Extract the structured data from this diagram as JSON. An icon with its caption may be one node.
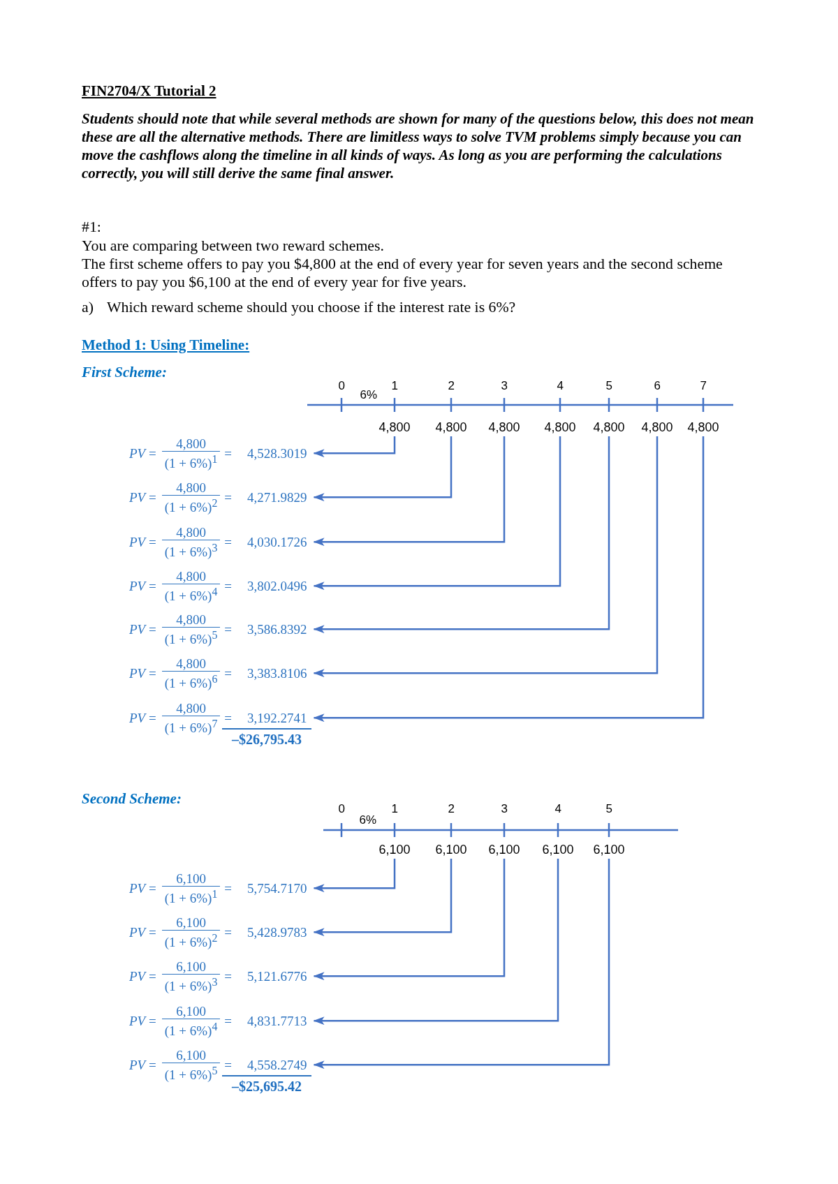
{
  "diagram": {
    "title": "FIN2704/X Tutorial 2",
    "nodes": [
      {
        "text": [
          "4,800"
        ]
      },
      {
        "text": [
          "4,800"
        ]
      },
      {
        "text": [
          "4,800"
        ]
      },
      {
        "text": [
          "4,800"
        ]
      },
      {
        "text": [
          "4,800"
        ]
      },
      {
        "text": [
          "4,800"
        ]
      },
      {
        "text": [
          "4,800"
        ]
      },
      {
        "text": [
          "*PV* =",
          "4,800",
          "(1 + 6%)$^{1}$",
          "=",
          "4,528.3019"
        ]
      },
      {
        "text": [
          "*PV* =",
          "4,800",
          "(1 + 6%)$^{2}$",
          "=",
          "4,271.9829"
        ]
      },
      {
        "text": [
          "*PV* =",
          "4,800",
          "(1 + 6%)$^{3}$",
          "=",
          "4,030.1726"
        ]
      },
      {
        "text": [
          "*PV* =",
          "4,800",
          "(1 + 6%)$^{4}$",
          "=",
          "3,802.0496"
        ]
      },
      {
        "text": [
          "*PV* =",
          "4,800",
          "(1 + 6%)$^{5}$",
          "=",
          "3,586.8392"
        ]
      },
      {
        "text": [
          "*PV* =",
          "4,800",
          "(1 + 6%)$^{6}$",
          "=",
          "3,383.8106"
        ]
      },
      {
        "text": [
          "*PV* =",
          "4,800",
          "(1 + 6%)$^{7}$",
          "=",
          "3,192.2741"
        ]
      },
      {
        "text": [
          "6,100"
        ]
      },
      {
        "text": [
          "6,100"
        ]
      },
      {
        "text": [
          "6,100"
        ]
      },
      {
        "text": [
          "6,100"
        ]
      },
      {
        "text": [
          "6,100"
        ]
      },
      {
        "text": [
          "*PV* =",
          "6,100",
          "(1 + 6%)$^{1}$",
          "=",
          "5,754.7170"
        ]
      },
      {
        "text": [
          "*PV* =",
          "6,100",
          "(1 + 6%)$^{2}$",
          "=",
          "5,428.9783"
        ]
      },
      {
        "text": [
          "*PV* =",
          "6,100",
          "(1 + 6%)$^{3}$",
          "=",
          "5,121.6776"
        ]
      },
      {
        "text": [
          "*PV* =",
          "6,100",
          "(1 + 6%)$^{4}$",
          "=",
          "4,831.7713"
        ]
      },
      {
        "text": [
          "*PV* =",
          "6,100",
          "(1 + 6%)$^{5}$",
          "=",
          "4,558.2749"
        ]
      }
    ],
    "edges": [
      {
        "from": 0,
        "to": 7,
        "arrow": "to"
      },
      {
        "from": 1,
        "to": 8,
        "arrow": "to"
      },
      {
        "from": 2,
        "to": 9,
        "arrow": "to"
      },
      {
        "from": 3,
        "to": 10,
        "arrow": "to"
      },
      {
        "from": 4,
        "to": 11,
        "arrow": "to"
      },
      {
        "from": 5,
        "to": 12,
        "arrow": "to"
      },
      {
        "from": 6,
        "to": 13,
        "arrow": "to"
      },
      {
        "from": 14,
        "to": 19,
        "arrow": "to"
      },
      {
        "from": 15,
        "to": 20,
        "arrow": "to"
      },
      {
        "from": 16,
        "to": 21,
        "arrow": "to"
      },
      {
        "from": 17,
        "to": 22,
        "arrow": "to"
      },
      {
        "from": 18,
        "to": 23,
        "arrow": "to"
      }
    ],
    "labels": [
      "Students should note that while several methods are shown for many of the questions below, this does not mean these are all the alternative methods. There are limitless ways to solve TVM problems simply because you can move the cashflows along the timeline in all kinds of ways. As long as you are performing the calculations correctly, you will still derive the same final answer.",
      "#1:",
      "You are comparing between two reward schemes.",
      "The first scheme offers to pay you $4,800 at the end of every year for seven years and the second scheme offers to pay you $6,100 at the end of every year for five years.",
      "a)",
      "Which reward scheme should you choose if the interest rate is 6%?",
      "Method 1: Using Timeline:",
      "First Scheme:",
      "0",
      "6%",
      "1",
      "2",
      "3",
      "4",
      "5",
      "6",
      "7",
      "–$26,795.43",
      "Second Scheme:",
      "0",
      "6%",
      "1",
      "2",
      "3",
      "4",
      "5",
      "–$25,695.42"
    ]
  }
}
